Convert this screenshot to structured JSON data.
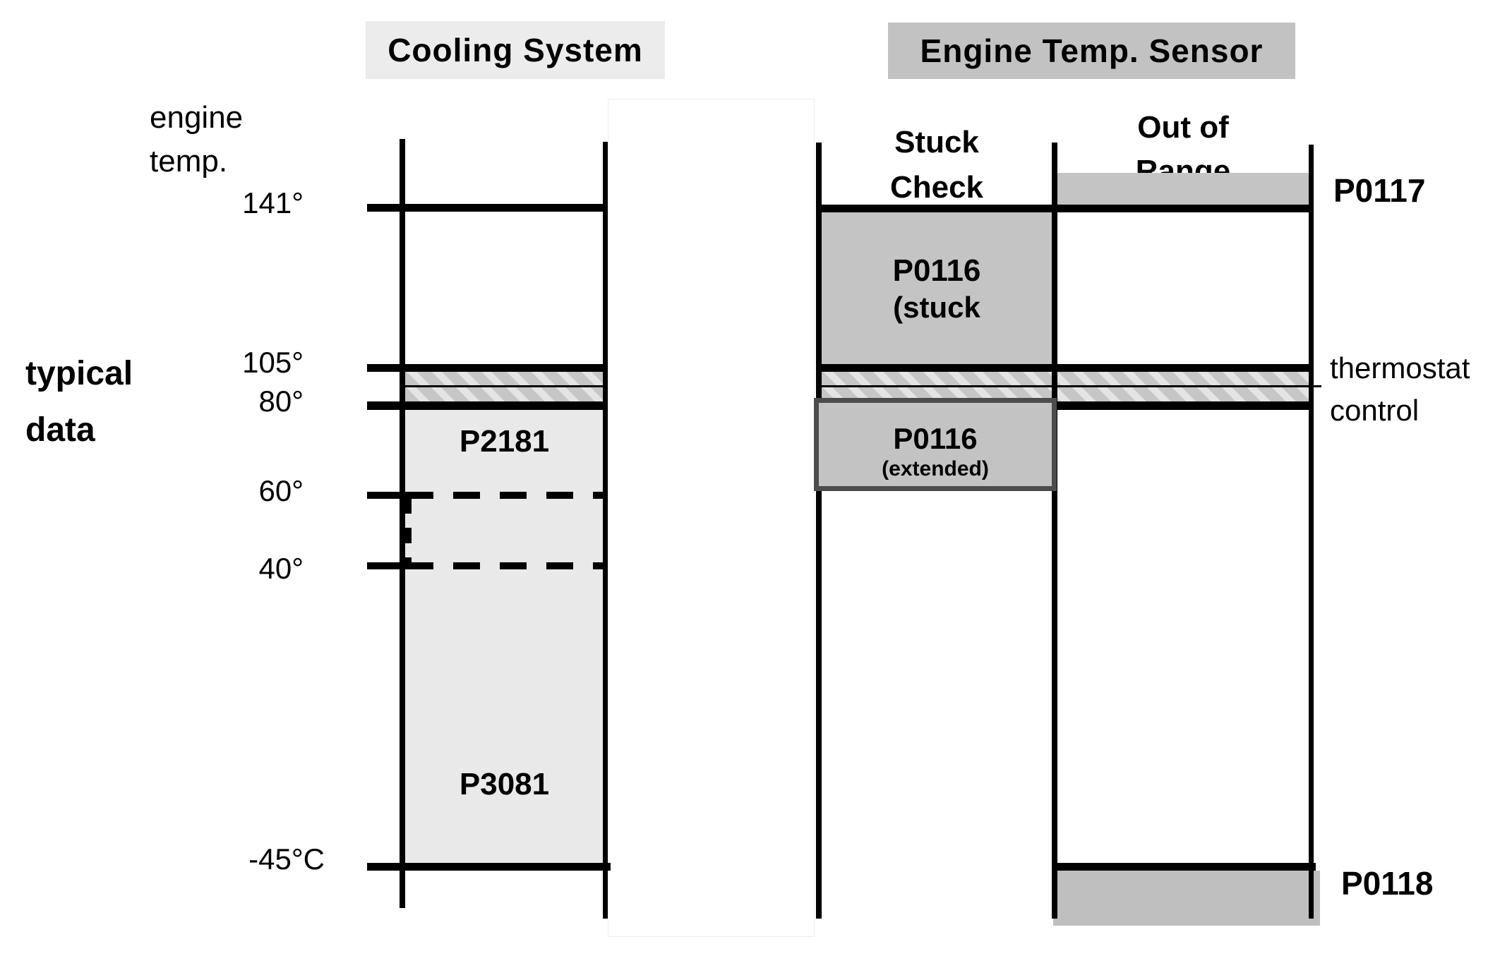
{
  "title_headers": {
    "cooling": "Cooling System",
    "sensor": "Engine Temp. Sensor"
  },
  "axis": {
    "label": [
      "engine",
      "temp."
    ],
    "ticks": [
      "141°",
      "105°",
      "80°",
      "60°",
      "40°",
      "-45°C"
    ]
  },
  "side_notes": {
    "typical_data": [
      "typical",
      "data"
    ],
    "thermostat_control": [
      "thermostat",
      "control"
    ]
  },
  "cooling_column": {
    "upper_code": "P2181",
    "lower_code": "P3081"
  },
  "sensor_columns": {
    "stuck_check_header": [
      "Stuck",
      "Check"
    ],
    "out_of_range_header": [
      "Out of",
      "Range"
    ],
    "stuck_box": [
      "P0116",
      "(stuck"
    ],
    "extended_box": [
      "P0116",
      "(extended)"
    ],
    "high_code": "P0117",
    "low_code": "P0118"
  },
  "colors": {
    "header_cooling_bg": "#ececec",
    "header_sensor_bg": "#c2c2c2",
    "light_fill": "#e9e9e9",
    "gray_fill": "#c4c4c4",
    "p0118_fill": "#bfbfbf",
    "hatch_stripe": "#c6c6c6",
    "hatch_bg": "#e4e4e4",
    "extended_box_border": "#4c4c4c",
    "line": "#000000"
  }
}
